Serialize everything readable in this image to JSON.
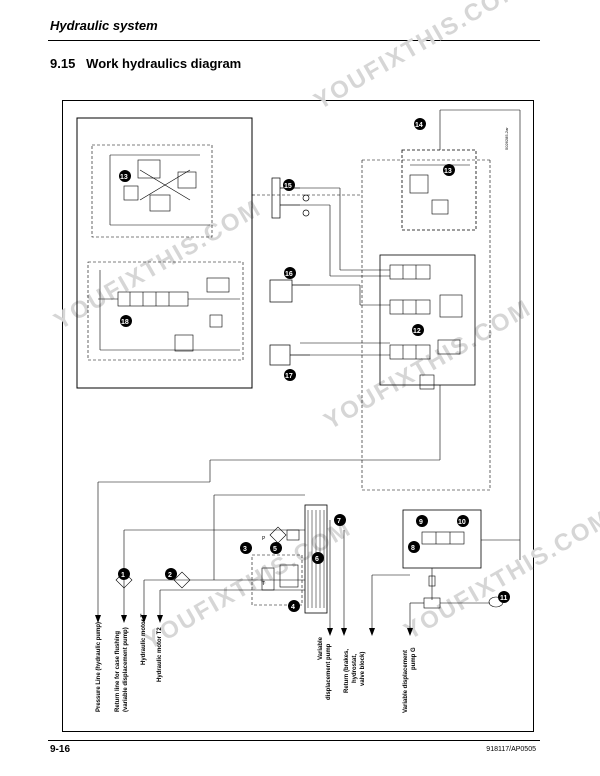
{
  "header": {
    "title": "Hydraulic system"
  },
  "section": {
    "number": "9.15",
    "title": "Work hydraulics diagram"
  },
  "footer": {
    "page": "9-16",
    "doc_code": "918117/AP0505"
  },
  "diagram": {
    "ref_code": "5026285-2ar",
    "callouts": [
      "1",
      "2",
      "3",
      "4",
      "5",
      "6",
      "7",
      "8",
      "9",
      "10",
      "11",
      "12",
      "13",
      "14",
      "15",
      "16",
      "17",
      "18"
    ],
    "port_labels": [
      "P",
      "T"
    ],
    "bottom_labels": [
      "Pressure Line (hydraulic pump)",
      "Return line for case flushing",
      "(variable displacement pump)",
      "Hydraulic motor T",
      "Hydraulic motor T2",
      "Variable",
      "displacement pump",
      "Return (brakes,",
      "hydrostat,",
      "valve block)",
      "Variable displacement",
      "pump G"
    ]
  },
  "watermark": {
    "text": "YOUFIXTHIS.COM"
  }
}
